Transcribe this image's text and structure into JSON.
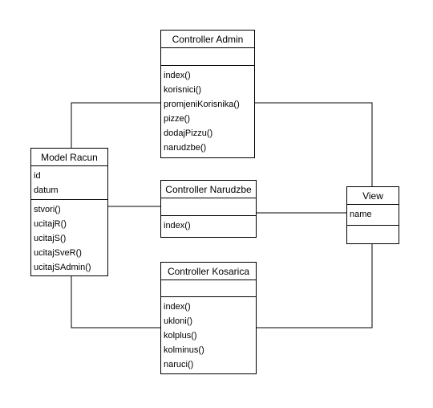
{
  "classes": [
    {
      "id": "admin",
      "name": "Controller Admin",
      "attributes": [],
      "methods": [
        "index()",
        "korisnici()",
        "promjeniKorisnika()",
        "pizze()",
        "dodajPizzu()",
        "narudzbe()"
      ]
    },
    {
      "id": "racun",
      "name": "Model Racun",
      "attributes": [
        "id",
        "datum"
      ],
      "methods": [
        "stvori()",
        "ucitajR()",
        "ucitajS()",
        "ucitajSveR()",
        "ucitajSAdmin()"
      ]
    },
    {
      "id": "narudzbe",
      "name": "Controller Narudzbe",
      "attributes": [],
      "methods": [
        "index()"
      ]
    },
    {
      "id": "view",
      "name": "View",
      "attributes": [
        "name"
      ],
      "methods": []
    },
    {
      "id": "kosarica",
      "name": "Controller Kosarica",
      "attributes": [],
      "methods": [
        "index()",
        "ukloni()",
        "kolplus()",
        "kolminus()",
        "naruci()"
      ]
    }
  ],
  "connections": [
    {
      "from": "racun",
      "to": "admin"
    },
    {
      "from": "racun",
      "to": "narudzbe"
    },
    {
      "from": "racun",
      "to": "kosarica"
    },
    {
      "from": "admin",
      "to": "view"
    },
    {
      "from": "narudzbe",
      "to": "view"
    },
    {
      "from": "kosarica",
      "to": "view"
    }
  ]
}
